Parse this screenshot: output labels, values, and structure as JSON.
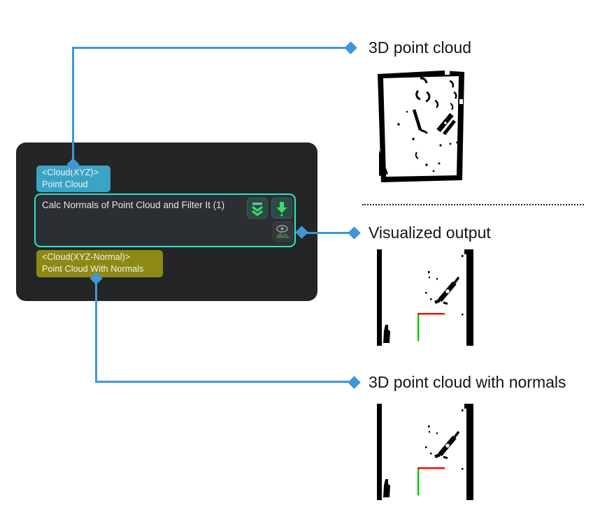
{
  "figure": {
    "step_node": {
      "input_port": {
        "datatype": "<Cloud(XYZ)>",
        "label": "Point Cloud"
      },
      "title": "Calc Normals of Point Cloud and Filter It (1)",
      "output_port": {
        "datatype": "<Cloud(XYZ-Normal)>",
        "label": "Point Cloud With Normals"
      },
      "icons": {
        "collapse_button": "collapse-expand-icon",
        "run_button": "run-step-arrow-icon",
        "visualize_button": "visualize-output-eye-icon",
        "connector_marker": "diamond-icon"
      }
    },
    "annotations": [
      {
        "label": "3D point cloud"
      },
      {
        "label": "Visualized output"
      },
      {
        "label": "3D point cloud with normals"
      }
    ],
    "previews": [
      {
        "name": "3d-point-cloud-preview"
      },
      {
        "name": "visualized-output-preview"
      },
      {
        "name": "point-cloud-with-normals-preview"
      }
    ],
    "colors": {
      "panel_bg": "#232527",
      "node_bg": "#2b2f33",
      "node_border": "#2ee3c5",
      "input_port_bg": "#3ba4c4",
      "output_port_bg": "#8e8913",
      "connector_blue": "#3f97d6",
      "button_bg": "#2c4a44",
      "button_glyph_green": "#3eda6d",
      "button_glyph_teal": "#57c6ad",
      "axis_red": "#ff0000",
      "axis_green": "#00cc00"
    }
  }
}
